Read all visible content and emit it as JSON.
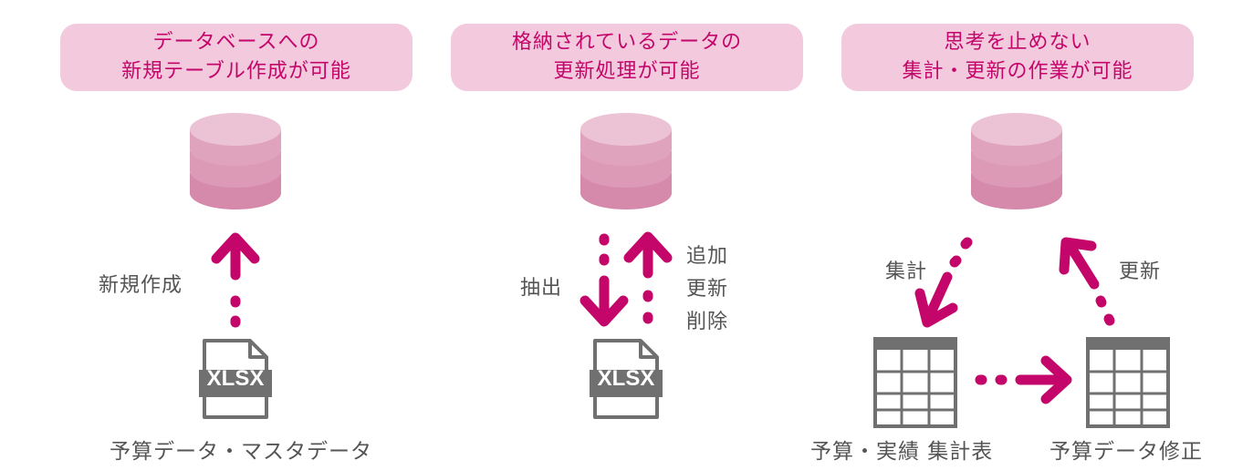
{
  "panels": [
    {
      "title_line1": "データベースへの",
      "title_line2": "新規テーブル作成が可能"
    },
    {
      "title_line1": "格納されているデータの",
      "title_line2": "更新処理が可能"
    },
    {
      "title_line1": "思考を止めない",
      "title_line2": "集計・更新の作業が可能"
    }
  ],
  "labels": {
    "create": "新規作成",
    "extract": "抽出",
    "add": "追加",
    "update": "更新",
    "delete": "削除",
    "aggregate": "集計",
    "update_right": "更新"
  },
  "files": {
    "xlsx_1": "XLSX",
    "xlsx_2": "XLSX"
  },
  "captions": {
    "master": "予算データ・マスタデータ",
    "summary": "予算・実績 集計表",
    "fix": "予算データ修正"
  },
  "colors": {
    "accent": "#c4066a",
    "panel_bg": "#f2c9dd",
    "db_light": "#ecc3d4",
    "db_mid": "#e0a3bd",
    "db_dark": "#d58aab",
    "icon_gray": "#707070"
  }
}
